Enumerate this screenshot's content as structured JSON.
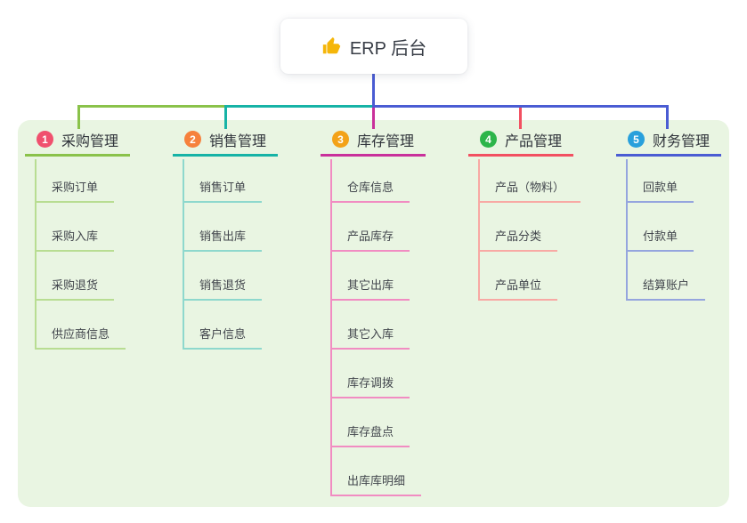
{
  "root": {
    "title": "ERP 后台",
    "icon": "thumbs-up"
  },
  "colors": {
    "panel_background": "#e9f5e2",
    "root_connector": "#4a5cd3"
  },
  "branches": [
    {
      "index": "1",
      "title": "采购管理",
      "badge_color": "#f0506e",
      "line_color": "#8ac24a",
      "child_line_color": "#b8dd92",
      "children": [
        "采购订单",
        "采购入库",
        "采购退货",
        "供应商信息"
      ]
    },
    {
      "index": "2",
      "title": "销售管理",
      "badge_color": "#f6813c",
      "line_color": "#16b3a6",
      "child_line_color": "#8ed8cd",
      "children": [
        "销售订单",
        "销售出库",
        "销售退货",
        "客户信息"
      ]
    },
    {
      "index": "3",
      "title": "库存管理",
      "badge_color": "#f3a218",
      "line_color": "#c9309b",
      "child_line_color": "#f18cc2",
      "children": [
        "仓库信息",
        "产品库存",
        "其它出库",
        "其它入库",
        "库存调拨",
        "库存盘点",
        "出库库明细"
      ]
    },
    {
      "index": "4",
      "title": "产品管理",
      "badge_color": "#2cb54a",
      "line_color": "#f25061",
      "child_line_color": "#f8a9a4",
      "children": [
        "产品（物料）",
        "产品分类",
        "产品单位"
      ]
    },
    {
      "index": "5",
      "title": "财务管理",
      "badge_color": "#28a0dc",
      "line_color": "#4a5cd3",
      "child_line_color": "#95a5de",
      "children": [
        "回款单",
        "付款单",
        "结算账户"
      ]
    }
  ]
}
